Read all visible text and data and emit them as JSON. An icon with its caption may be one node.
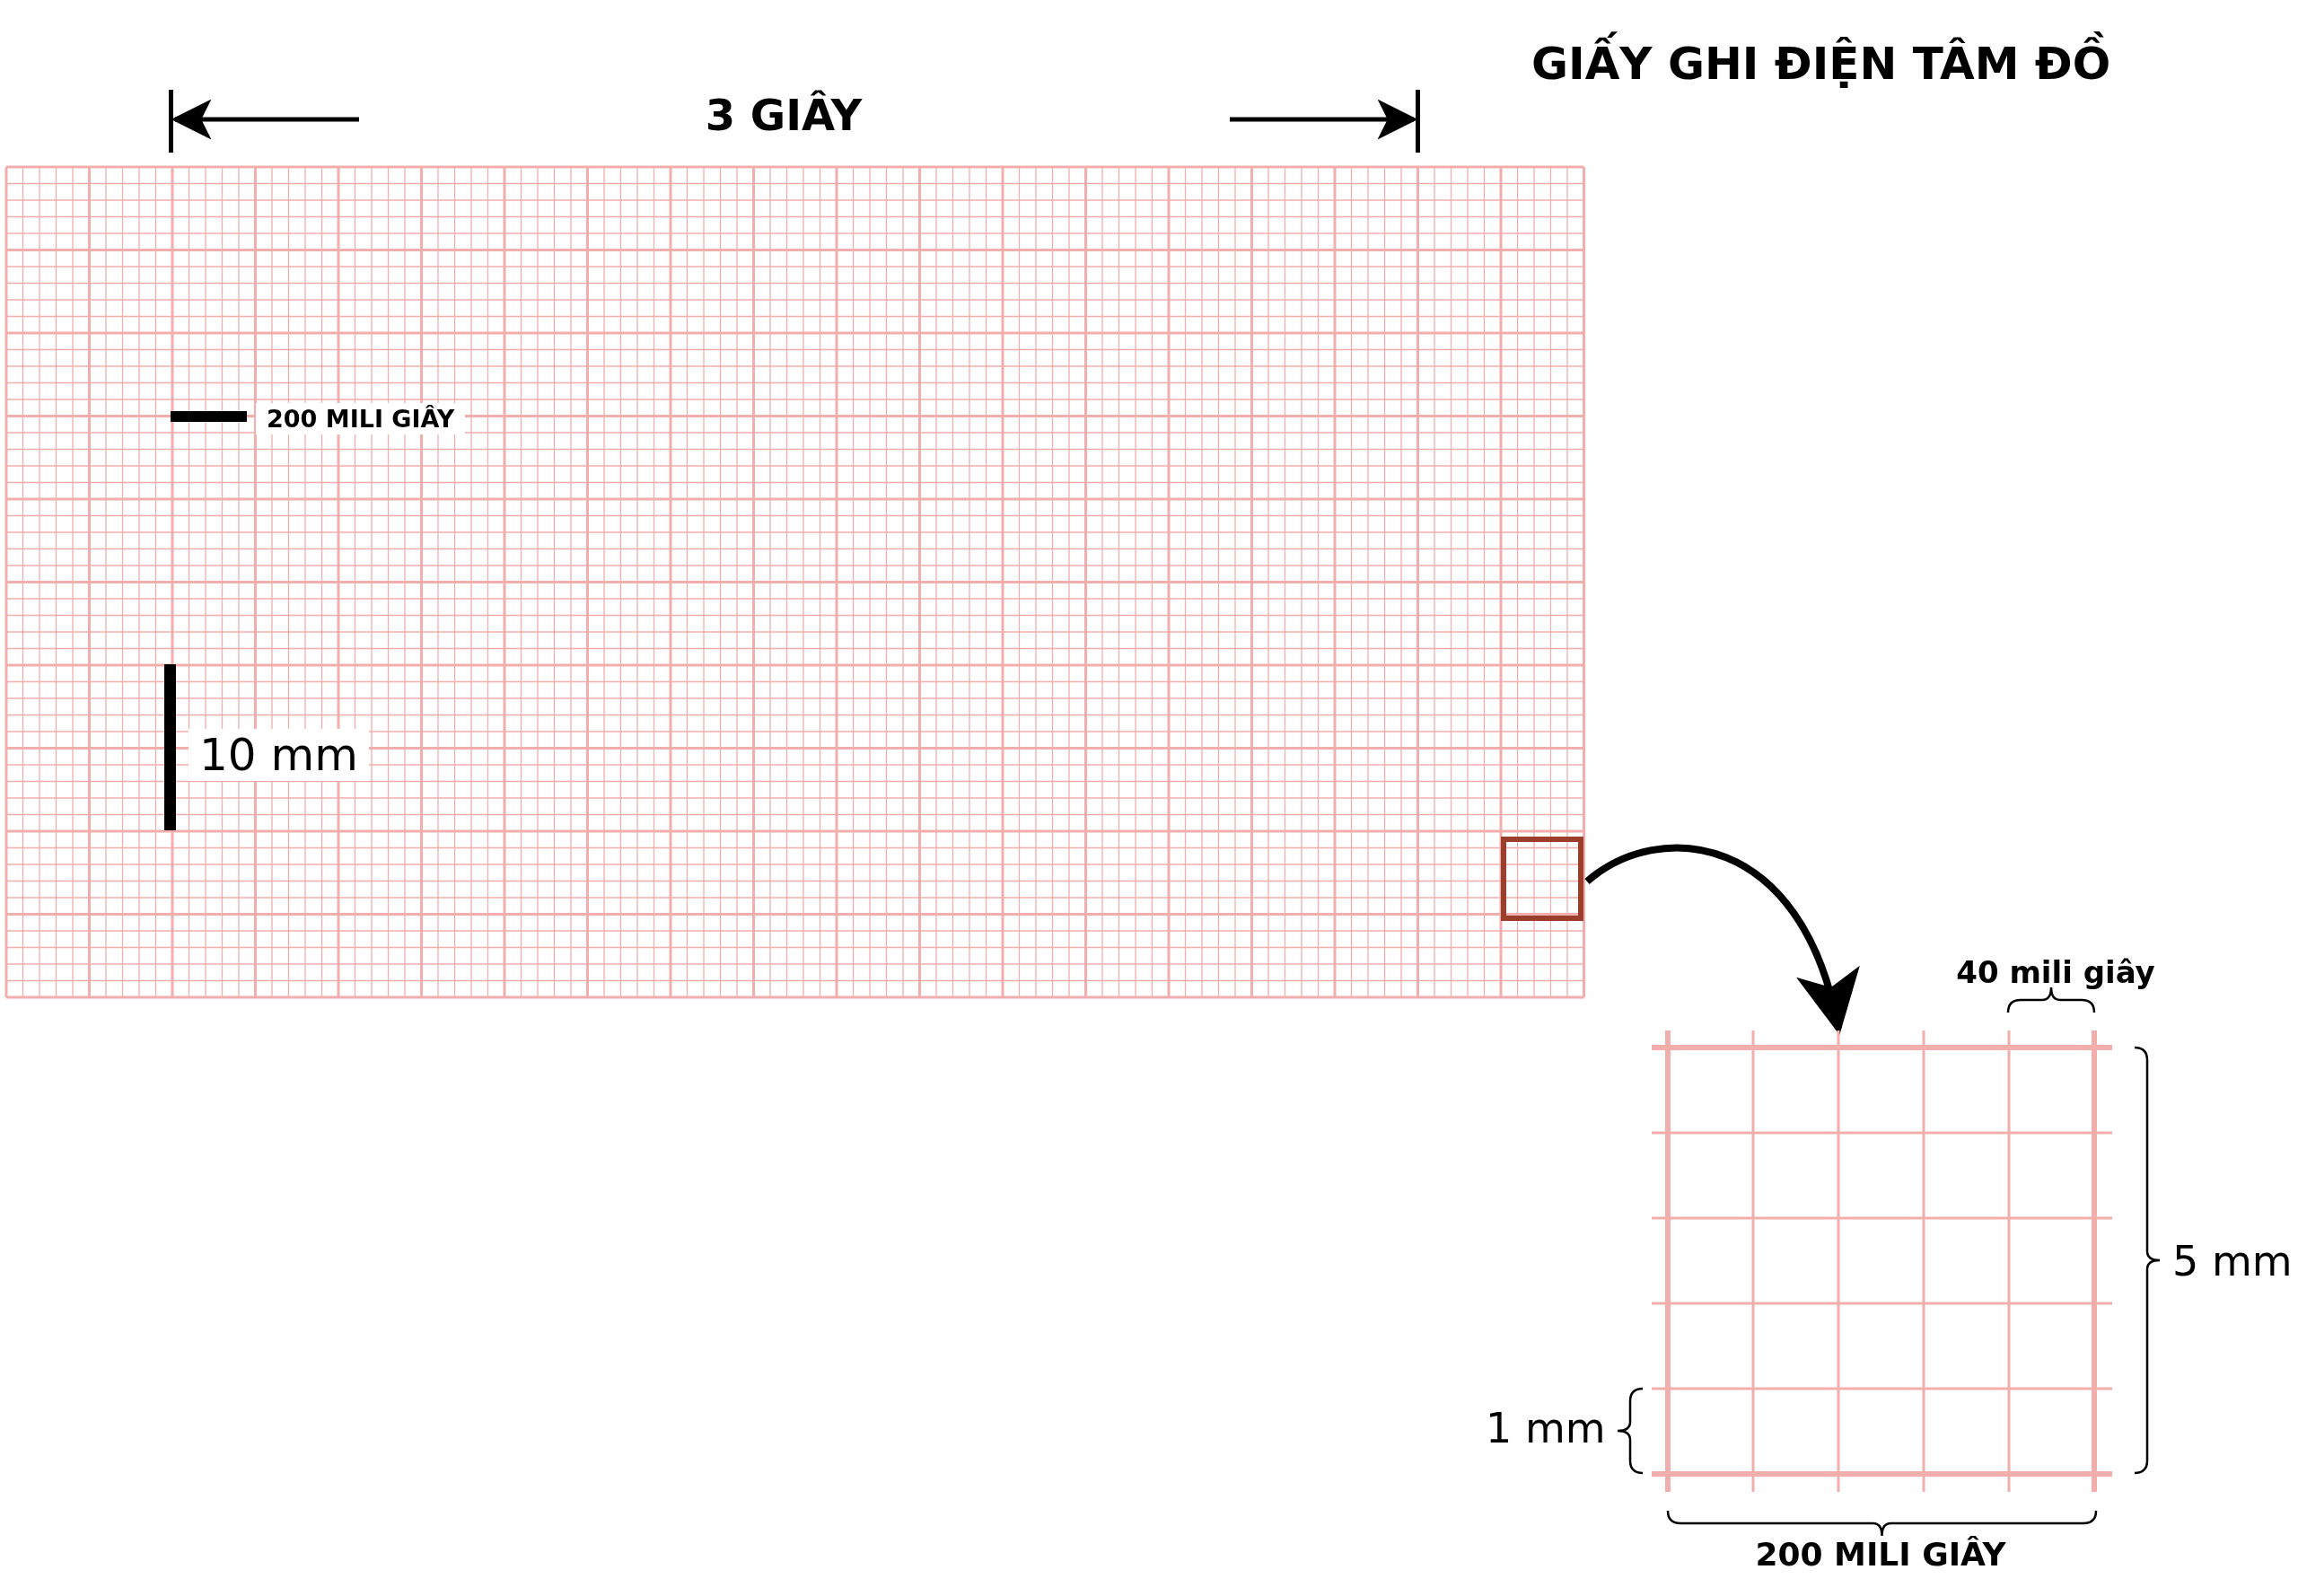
{
  "diagram": {
    "title": "GIẤY GHI ĐIỆN TÂM ĐỒ",
    "nodes": [
      {
        "text": [],
        "shape": "box"
      },
      {
        "text": [],
        "shape": "box"
      }
    ],
    "edges": [
      {
        "from": 0,
        "to": 1,
        "arrow": "to"
      }
    ],
    "labels": [
      "3 GIÂY",
      "200 MILI GIÂY",
      "10 mm",
      "40 mili giây",
      "5 mm",
      "1 mm",
      "200 MILI GIÂY"
    ]
  }
}
